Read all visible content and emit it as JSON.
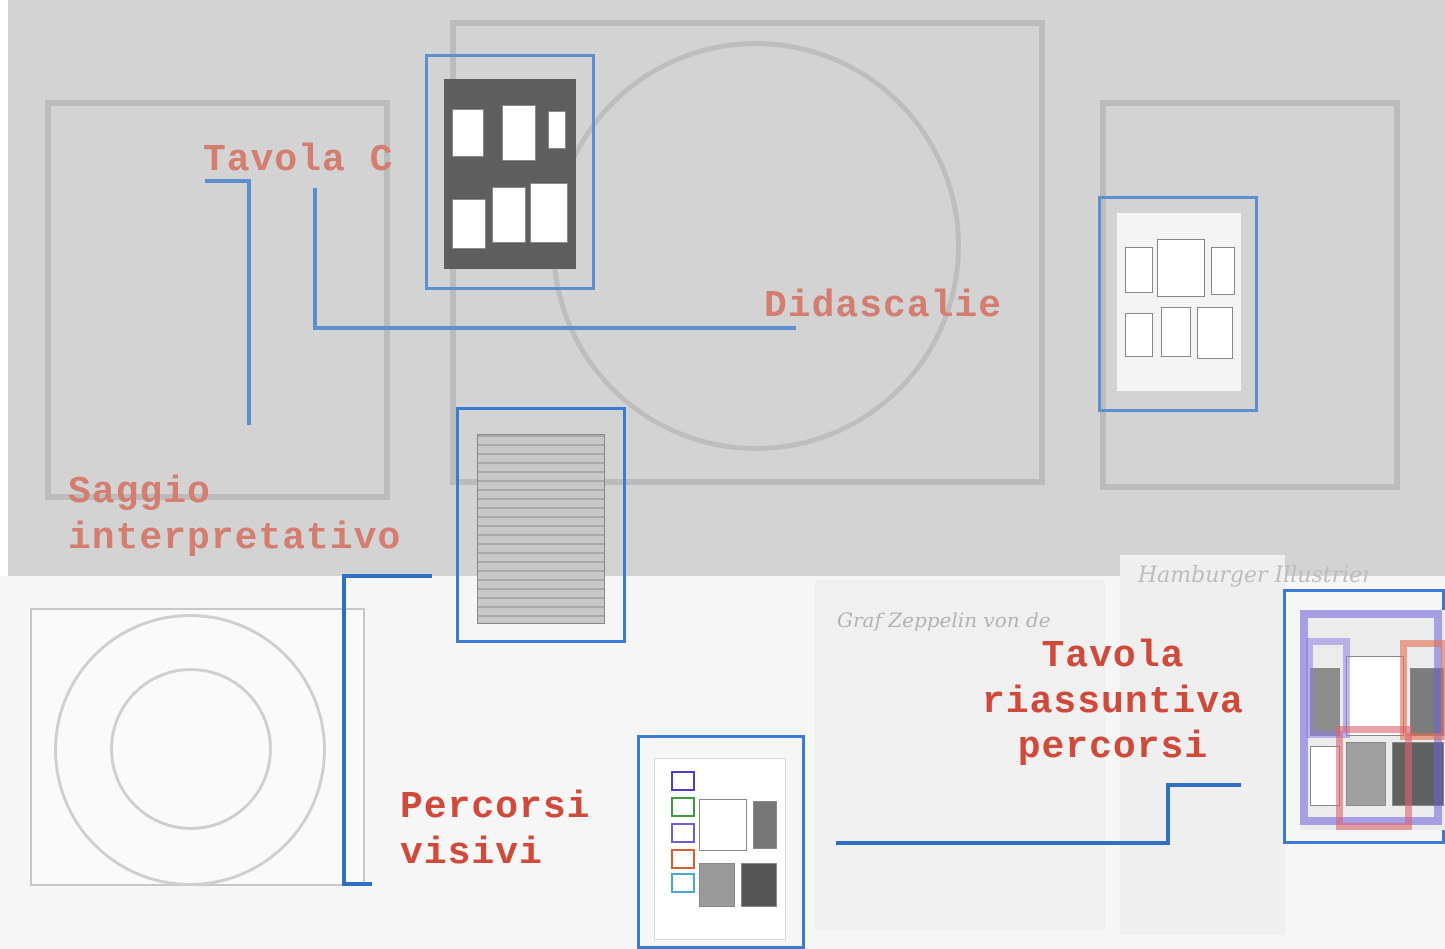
{
  "labels": {
    "tavola_c": "Tavola C",
    "didascalie": "Didascalie",
    "saggio": "Saggio\ninterpretativo",
    "percorsi": "Percorsi\nvisivi",
    "riassuntiva": "Tavola\nriassuntiva\npercorsi"
  },
  "background_text": {
    "zeppelin": "Graf Zeppelin von de",
    "newspaper": "Hamburger Illustrierte"
  },
  "colors": {
    "connector": "#2f6fc4",
    "label_faded": "#d47e72",
    "label_strong": "#d04a3c",
    "top_band": "#d3d3d3"
  }
}
